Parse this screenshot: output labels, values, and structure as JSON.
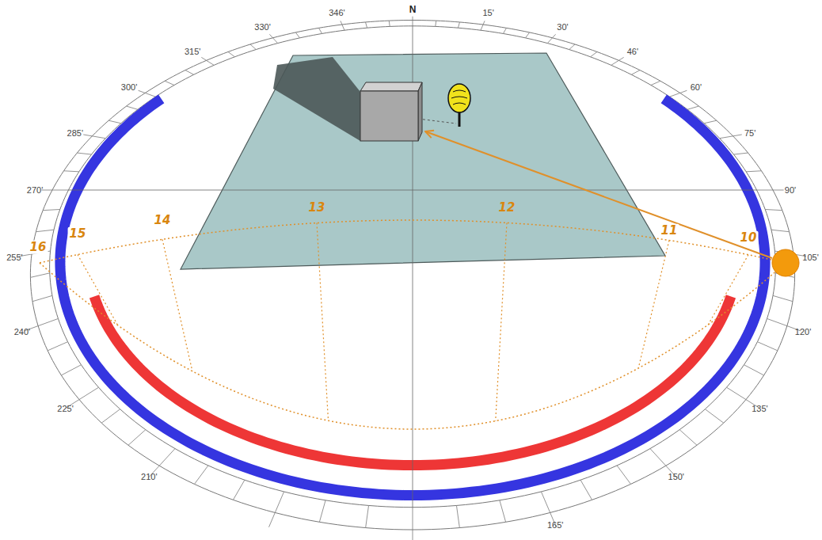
{
  "diagram": {
    "labels": [
      "N",
      "15'",
      "30'",
      "46'",
      "60'",
      "75'",
      "90'",
      "105'",
      "120'",
      "135'",
      "150'",
      "165'",
      "210'",
      "225'",
      "240'",
      "255'",
      "270'",
      "285'",
      "300'",
      "315'",
      "330'",
      "346'",
      "10",
      "11",
      "12",
      "13",
      "14",
      "15",
      "16"
    ]
  }
}
